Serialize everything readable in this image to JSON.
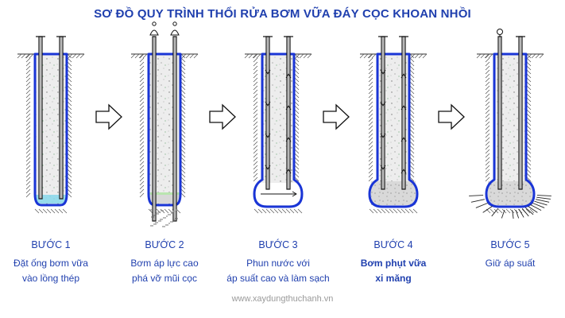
{
  "title": "SƠ ĐỒ QUY TRÌNH THỔI RỬA BƠM VỮA ĐÁY CỌC KHOAN NHỒI",
  "steps": [
    {
      "label": "BƯỚC 1",
      "line1": "Đặt ống bơm vữa",
      "line2": "vào lồng thép"
    },
    {
      "label": "BƯỚC 2",
      "line1": "Bơm áp lực cao",
      "line2": "phá vỡ mũi cọc"
    },
    {
      "label": "BƯỚC 3",
      "line1": "Phun nước với",
      "line2": "áp suất cao và làm sạch"
    },
    {
      "label": "BƯỚC 4",
      "line1": "Bơm phụt vữa",
      "line2": "xi măng"
    },
    {
      "label": "BƯỚC 5",
      "line1": "Giữ áp suất",
      "line2": ""
    }
  ],
  "website": "www.xaydungthuchanh.vn",
  "colors": {
    "text": "#1f3fae",
    "pile_outline": "#1a35d6",
    "soil_hatch": "#555555",
    "water": "#7fd6ea",
    "grout": "#d8d8d8"
  },
  "icons": [
    "arrow-right-icon",
    "pressure-gauge-icon",
    "soil-hatch-icon"
  ]
}
